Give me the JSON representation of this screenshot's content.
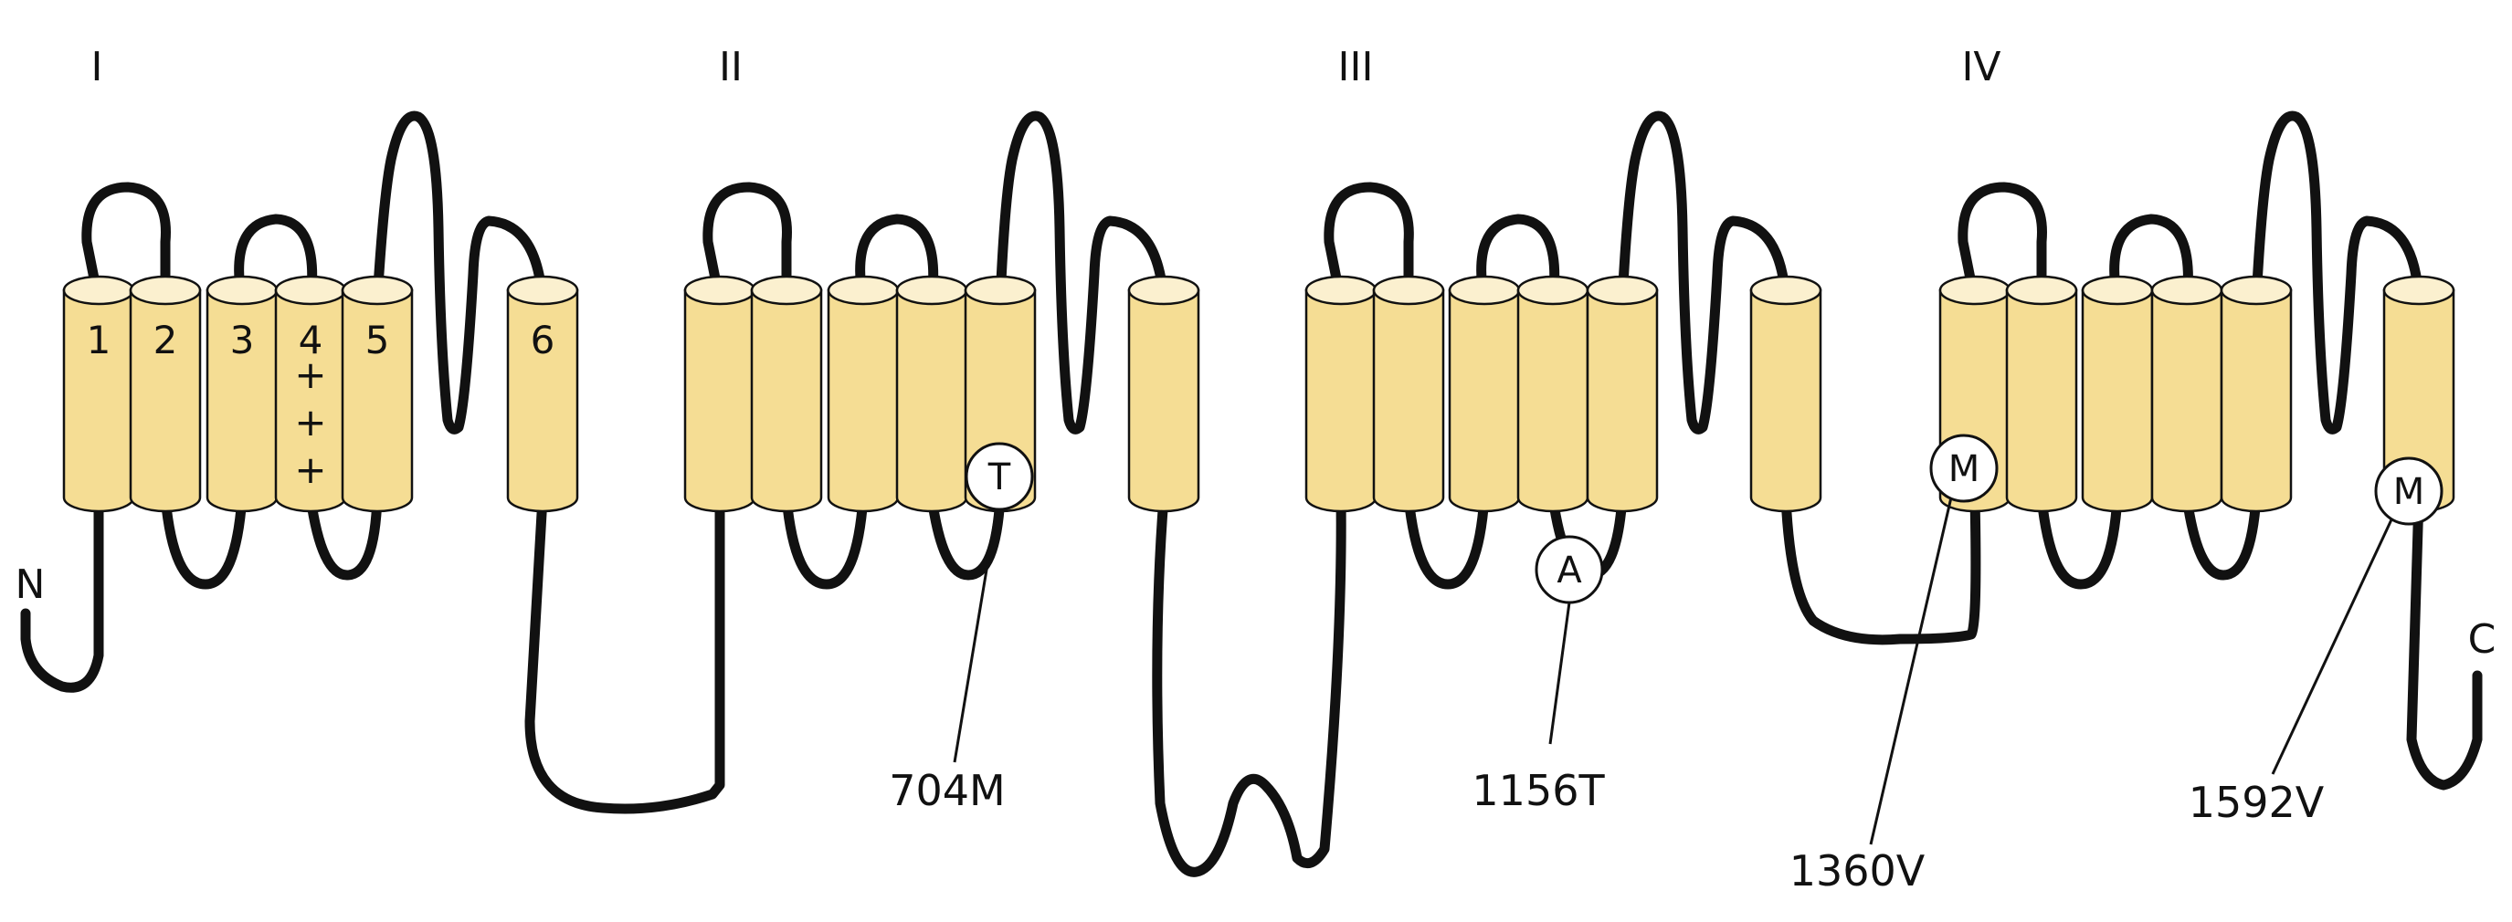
{
  "colors": {
    "cylinder": "#f5dd94",
    "cylinder_top": "#fbf0cf",
    "loop": "#111111",
    "background": "#ffffff"
  },
  "domains": [
    "I",
    "II",
    "III",
    "IV"
  ],
  "segments": [
    "1",
    "2",
    "3",
    "4",
    "5",
    "6"
  ],
  "voltage_sensor_charges": [
    "+",
    "+",
    "+"
  ],
  "termini": {
    "n": "N",
    "c": "C"
  },
  "mutations": [
    {
      "residue": "T",
      "label": "704M"
    },
    {
      "residue": "A",
      "label": "1156T"
    },
    {
      "residue": "M",
      "label": "1360V"
    },
    {
      "residue": "M",
      "label": "1592V"
    }
  ]
}
